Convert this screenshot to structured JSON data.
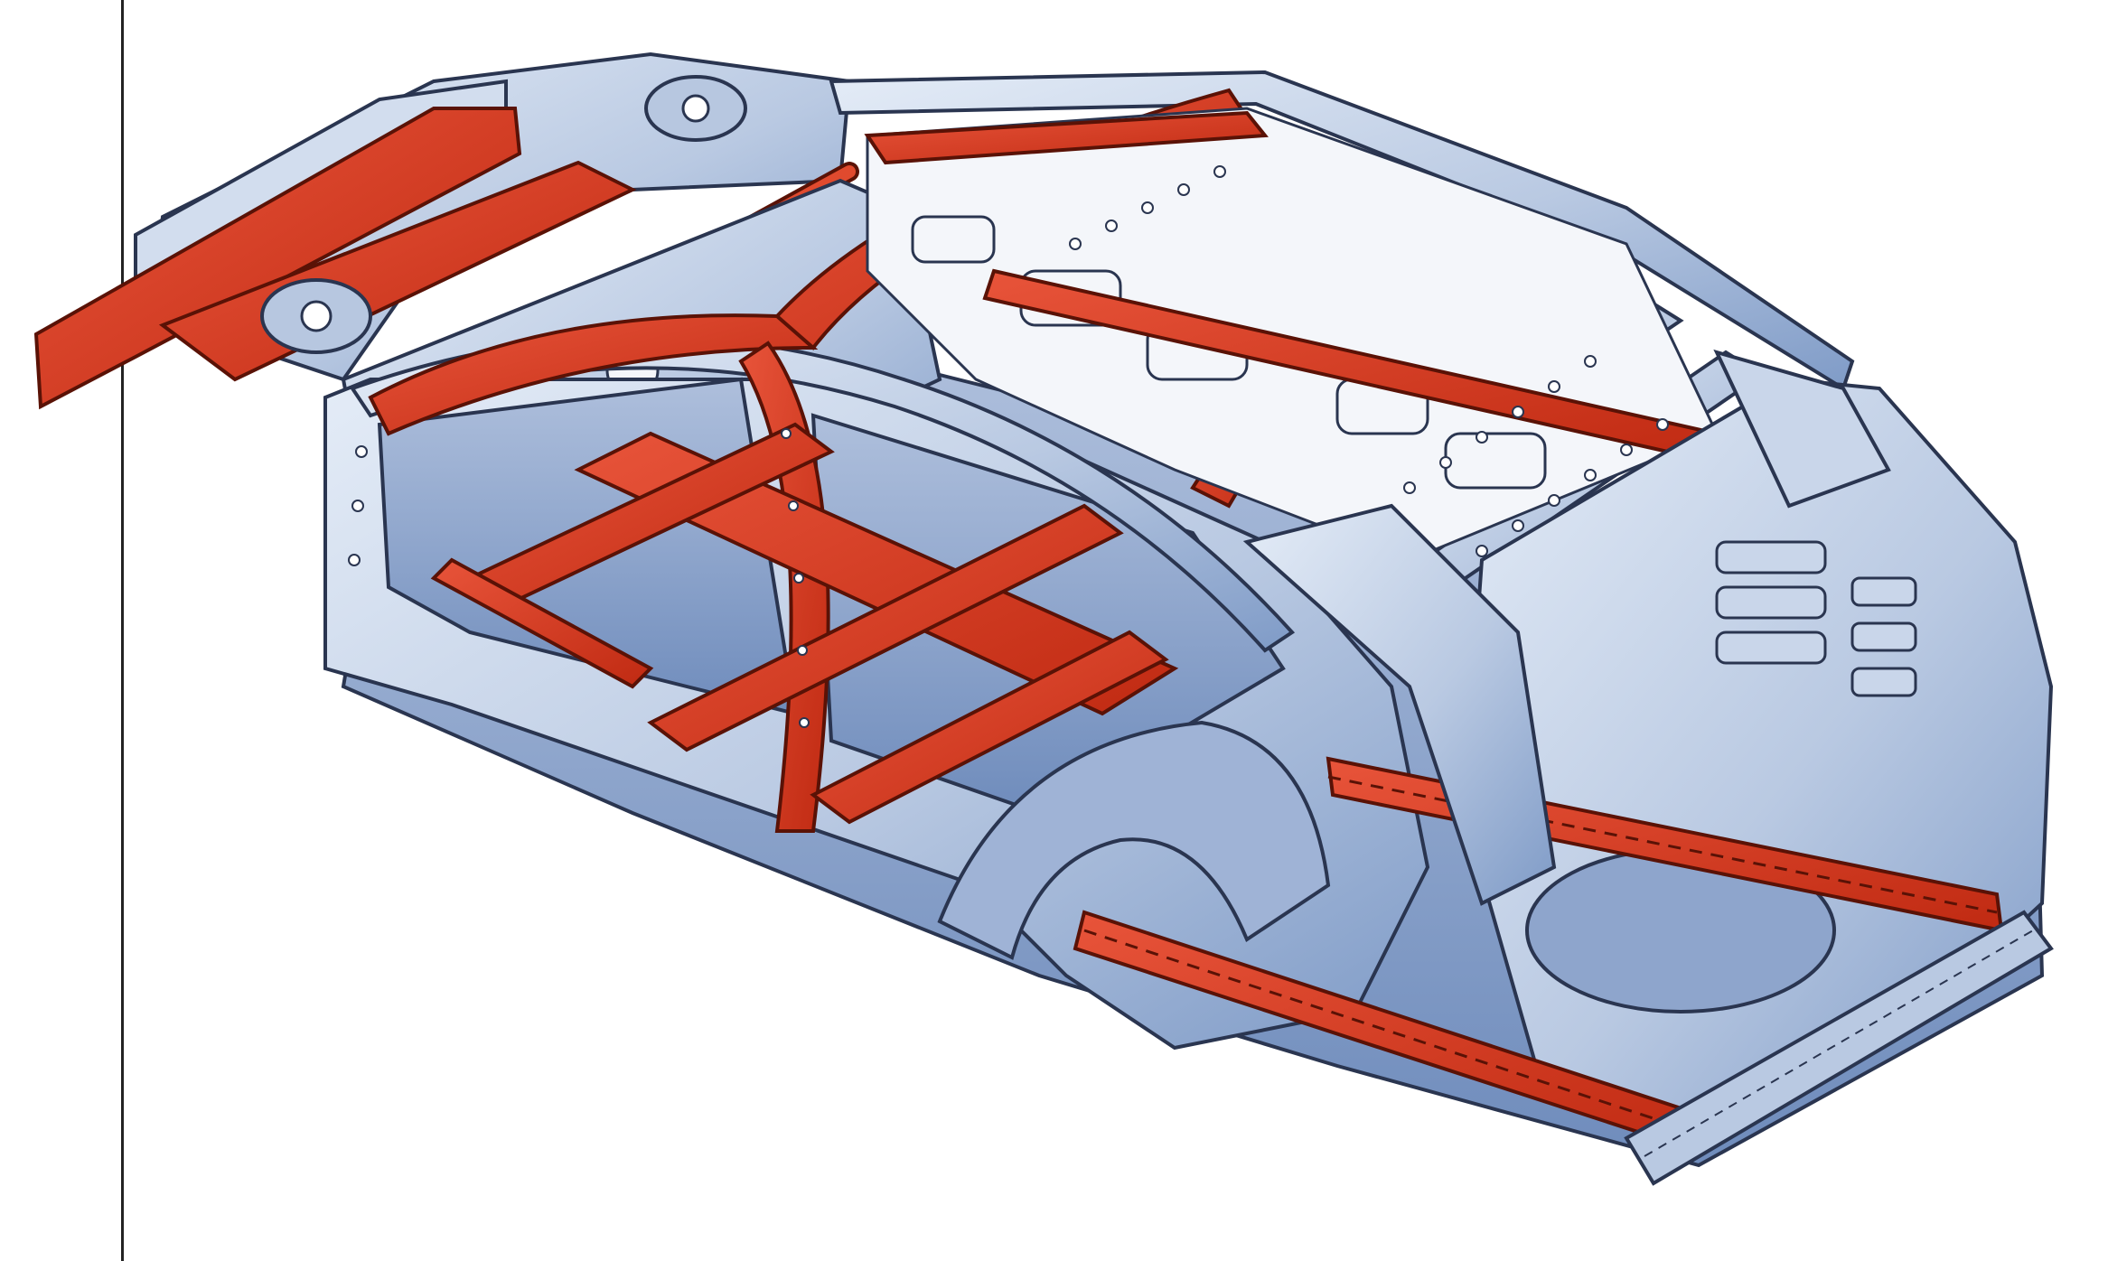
{
  "colors": {
    "page_background": "#ffffff",
    "margin_rule": "#222222",
    "body_steel": "#c9d6ea",
    "body_steel_shade": "#7f9bc7",
    "body_outline": "#2a3550",
    "reinforcement": "#d9391f",
    "reinforcement_outline": "#5a1206",
    "cabin_void": "#f4f6fa"
  },
  "illustration": {
    "subject": "car-body-in-white-icon",
    "highlighted_parts": [
      "windshield-frame-reinforcement",
      "a-pillar-reinforcement",
      "b-pillar-ring",
      "roof-crossmember",
      "side-roof-rail",
      "floor-crossmember",
      "tunnel-reinforcement",
      "side-sill-reinforcement",
      "rear-longitudinal-member",
      "front-longitudinal-member",
      "front-bumper-beam",
      "strut-tower-brace"
    ]
  }
}
